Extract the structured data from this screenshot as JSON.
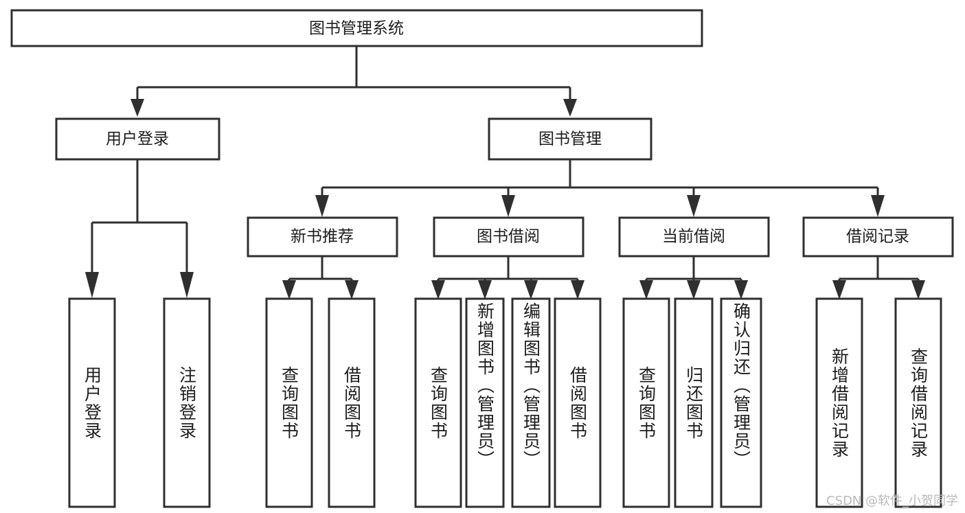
{
  "diagram": {
    "type": "tree-hierarchy-chart",
    "title": "图书管理系统",
    "background_color": "#ffffff",
    "box_border_color": "#2f2f2f",
    "box_fill_color": "#ffffff",
    "text_color": "#1c1c1c",
    "root": {
      "label": "图书管理系统",
      "orientation": "horizontal"
    },
    "level2": [
      {
        "id": "user-login",
        "label": "用户登录",
        "orientation": "horizontal"
      },
      {
        "id": "book-manage",
        "label": "图书管理",
        "orientation": "horizontal"
      }
    ],
    "level3": [
      {
        "id": "new-book-recommend",
        "label": "新书推荐",
        "orientation": "horizontal",
        "parent": "book-manage"
      },
      {
        "id": "book-borrow",
        "label": "图书借阅",
        "orientation": "horizontal",
        "parent": "book-manage"
      },
      {
        "id": "current-borrow",
        "label": "当前借阅",
        "orientation": "horizontal",
        "parent": "book-manage"
      },
      {
        "id": "borrow-record",
        "label": "借阅记录",
        "orientation": "horizontal",
        "parent": "book-manage"
      }
    ],
    "leaves": [
      {
        "id": "leaf-user-login",
        "label": "用户登录",
        "parent": "user-login",
        "orientation": "vertical"
      },
      {
        "id": "leaf-logout-login",
        "label": "注销登录",
        "parent": "user-login",
        "orientation": "vertical"
      },
      {
        "id": "leaf-query-book-1",
        "label": "查询图书",
        "parent": "new-book-recommend",
        "orientation": "vertical"
      },
      {
        "id": "leaf-borrow-book-1",
        "label": "借阅图书",
        "parent": "new-book-recommend",
        "orientation": "vertical"
      },
      {
        "id": "leaf-query-book-2",
        "label": "查询图书",
        "parent": "book-borrow",
        "orientation": "vertical"
      },
      {
        "id": "leaf-add-book",
        "label": "新增图书（管理员）",
        "parent": "book-borrow",
        "orientation": "vertical"
      },
      {
        "id": "leaf-edit-book",
        "label": "编辑图书（管理员）",
        "parent": "book-borrow",
        "orientation": "vertical"
      },
      {
        "id": "leaf-borrow-book-2",
        "label": "借阅图书",
        "parent": "book-borrow",
        "orientation": "vertical"
      },
      {
        "id": "leaf-query-book-3",
        "label": "查询图书",
        "parent": "current-borrow",
        "orientation": "vertical"
      },
      {
        "id": "leaf-return-book",
        "label": "归还图书",
        "parent": "current-borrow",
        "orientation": "vertical"
      },
      {
        "id": "leaf-confirm-return",
        "label": "确认归还（管理员）",
        "parent": "current-borrow",
        "orientation": "vertical"
      },
      {
        "id": "leaf-add-record",
        "label": "新增借阅记录",
        "parent": "borrow-record",
        "orientation": "vertical"
      },
      {
        "id": "leaf-query-record",
        "label": "查询借阅记录",
        "parent": "borrow-record",
        "orientation": "vertical"
      }
    ]
  },
  "watermark": {
    "text": "CSDN @软件_小贺同学",
    "color": "#b9b9b9"
  }
}
